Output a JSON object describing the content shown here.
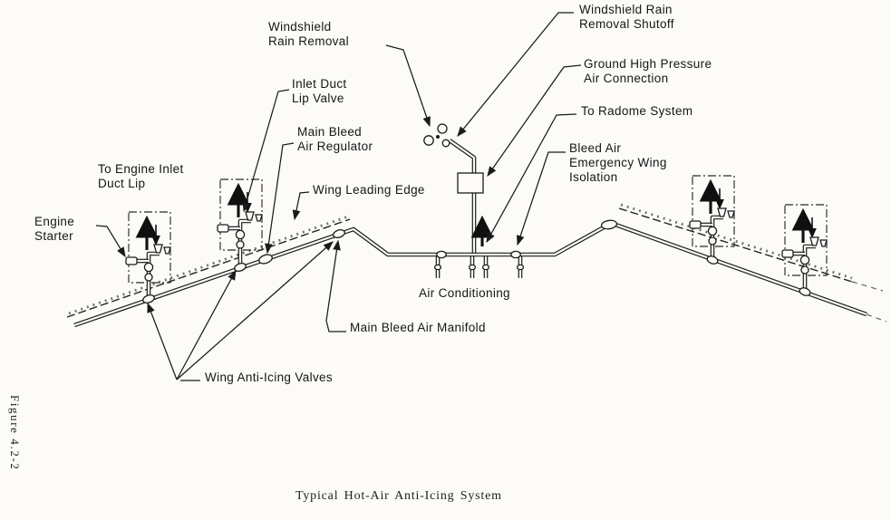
{
  "figure": {
    "number": "Figure 4.2-2",
    "caption": "Typical Hot-Air Anti-Icing System"
  },
  "colors": {
    "ink": "#1b1b1b",
    "paper": "#fcfbf8"
  },
  "labels": {
    "windshield_rain_removal": "Windshield\nRain Removal",
    "windshield_rain_removal_shutoff": "Windshield Rain\nRemoval Shutoff",
    "ground_high_pressure_air_connection": "Ground High Pressure\nAir Connection",
    "to_radome_system": "To Radome System",
    "bleed_air_emergency_wing_isolation": "Bleed Air\nEmergency Wing\nIsolation",
    "inlet_duct_lip_valve": "Inlet Duct\nLip Valve",
    "main_bleed_air_regulator": "Main Bleed\nAir Regulator",
    "wing_leading_edge": "Wing Leading Edge",
    "to_engine_inlet_duct_lip": "To Engine Inlet\nDuct Lip",
    "engine_starter": "Engine\nStarter",
    "air_conditioning": "Air Conditioning",
    "main_bleed_air_manifold": "Main Bleed Air Manifold",
    "wing_anti_icing_valves": "Wing Anti-Icing Valves"
  }
}
